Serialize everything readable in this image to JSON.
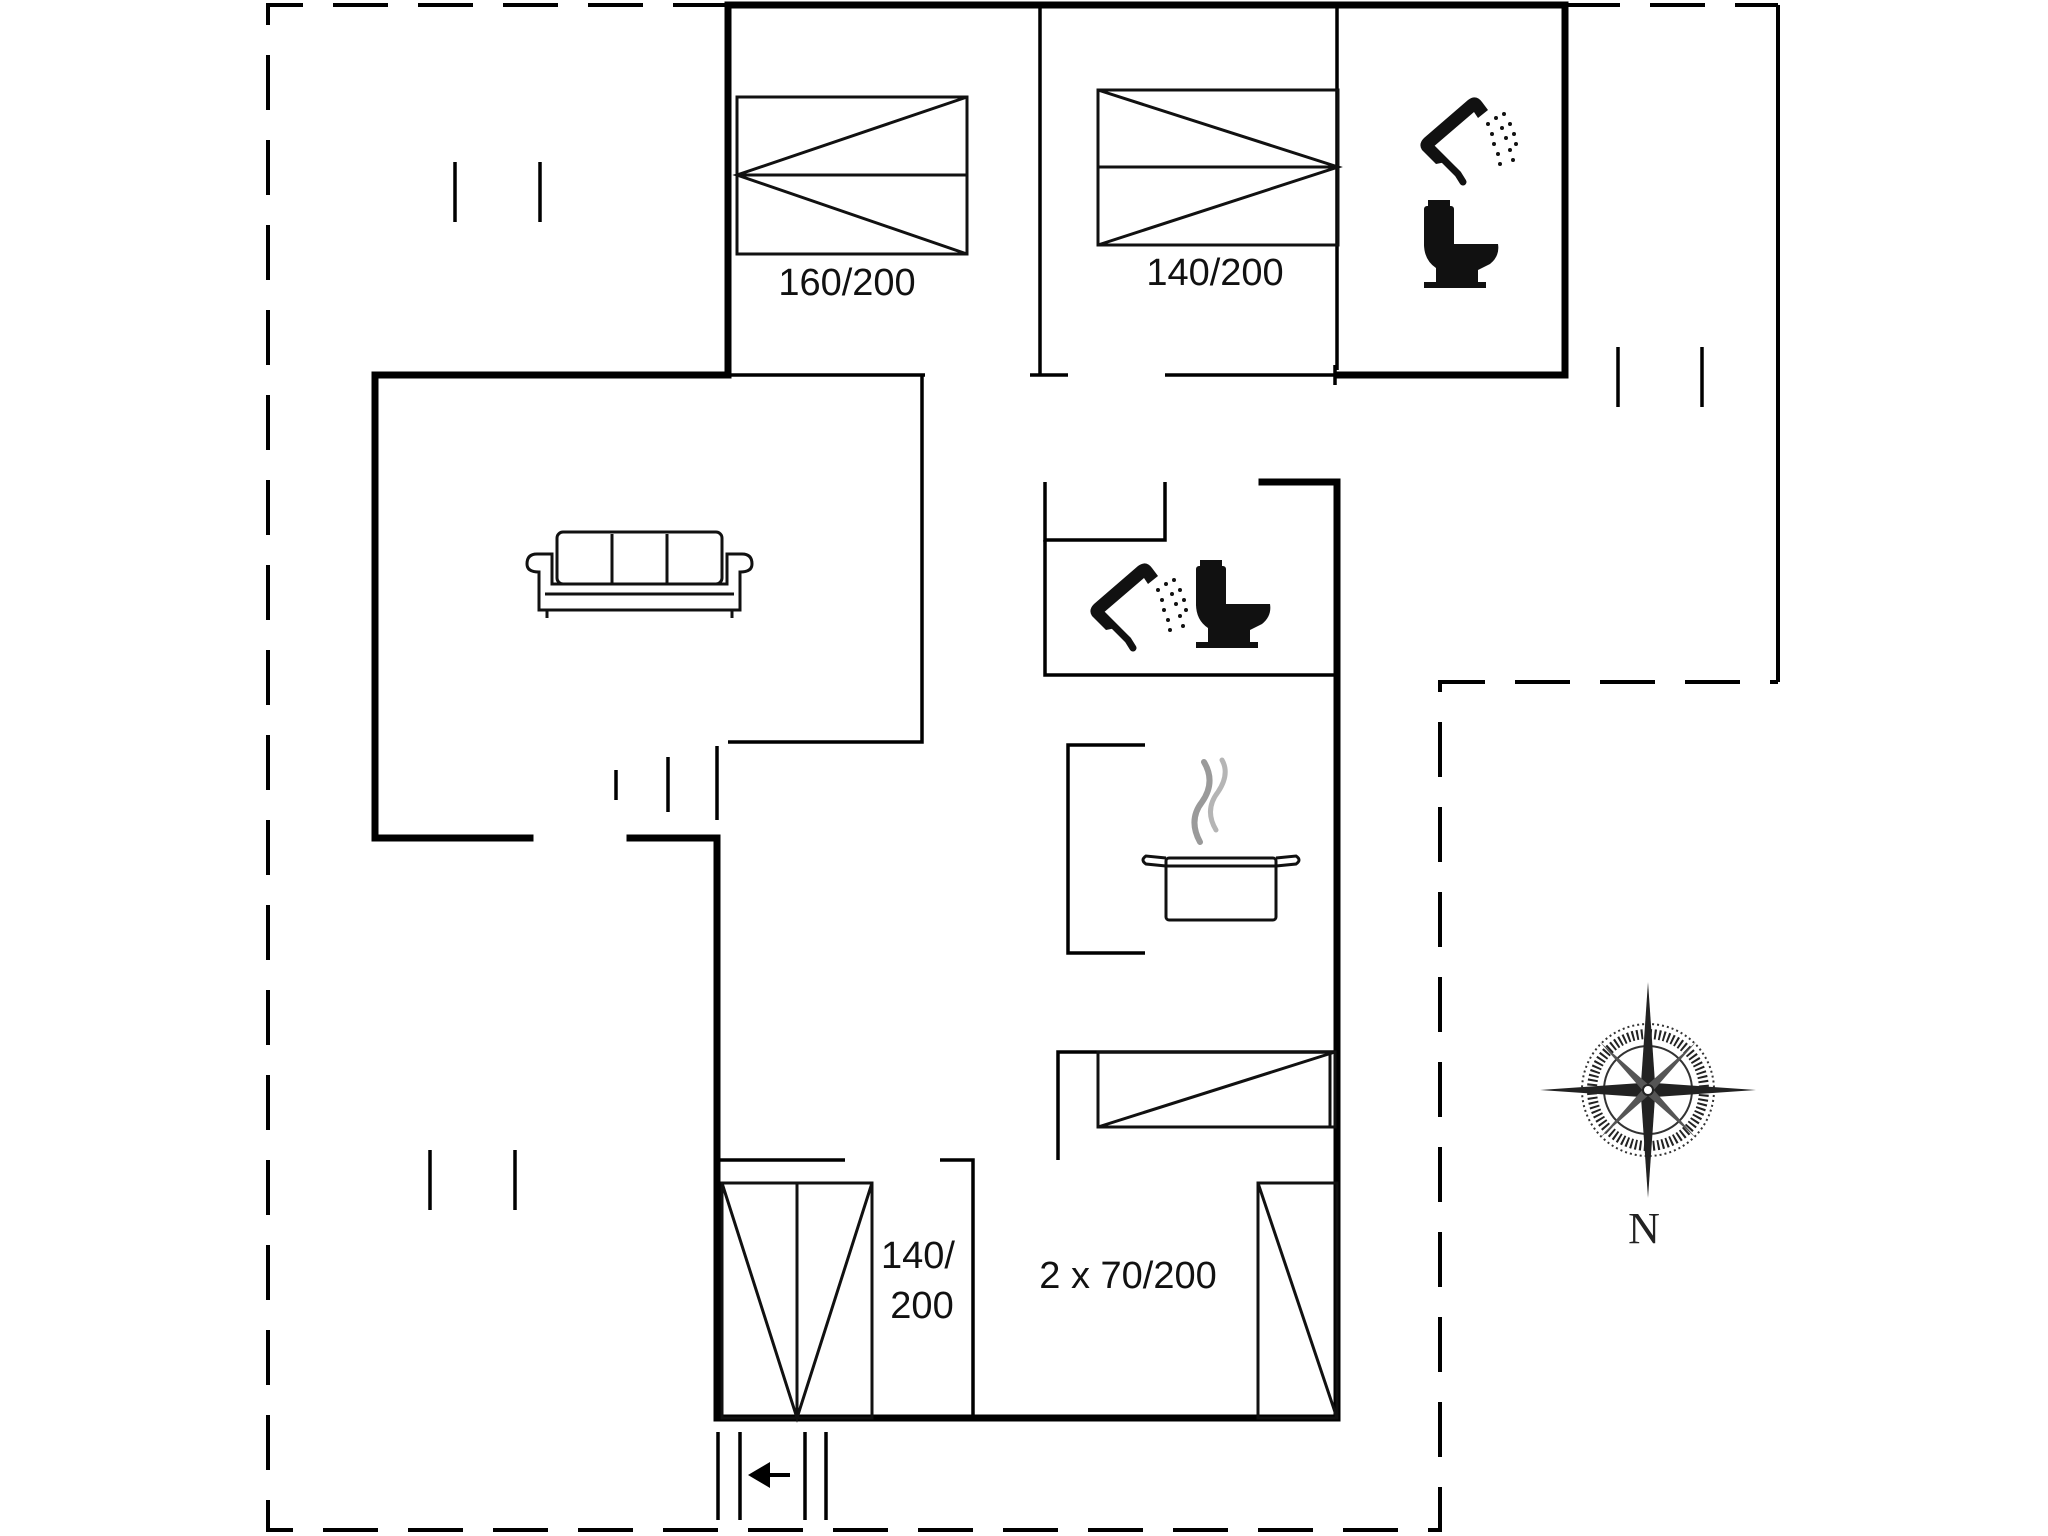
{
  "plan": {
    "labels": {
      "bed_top_left": "160/200",
      "bed_top_right": "140/200",
      "bed_bottom_left_line1": "140/",
      "bed_bottom_left_line2": "200",
      "bed_bottom_right": "2 x 70/200",
      "compass_north": "N"
    },
    "icons": [
      "sofa-icon",
      "shower-icon",
      "toilet-icon",
      "cooking-pot-icon",
      "compass-rose-icon",
      "entrance-arrow-icon"
    ]
  }
}
